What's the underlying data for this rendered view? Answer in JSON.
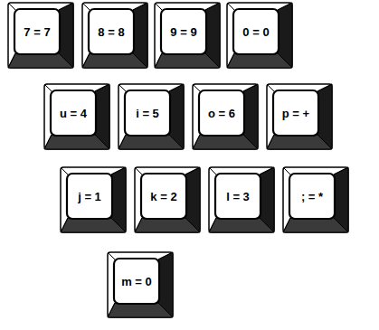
{
  "diagram": {
    "nodes": [
      {
        "text": [
          "7 = 7"
        ]
      },
      {
        "text": [
          "8 = 8"
        ]
      },
      {
        "text": [
          "9 = 9"
        ]
      },
      {
        "text": [
          "0 = 0"
        ]
      },
      {
        "text": [
          "u = 4"
        ]
      },
      {
        "text": [
          "i = 5"
        ]
      },
      {
        "text": [
          "o = 6"
        ]
      },
      {
        "text": [
          "p = +"
        ]
      },
      {
        "text": [
          "j = 1"
        ]
      },
      {
        "text": [
          "k = 2"
        ]
      },
      {
        "text": [
          "l = 3"
        ]
      },
      {
        "text": [
          "; = *"
        ]
      },
      {
        "text": [
          "m = 0"
        ]
      }
    ]
  }
}
